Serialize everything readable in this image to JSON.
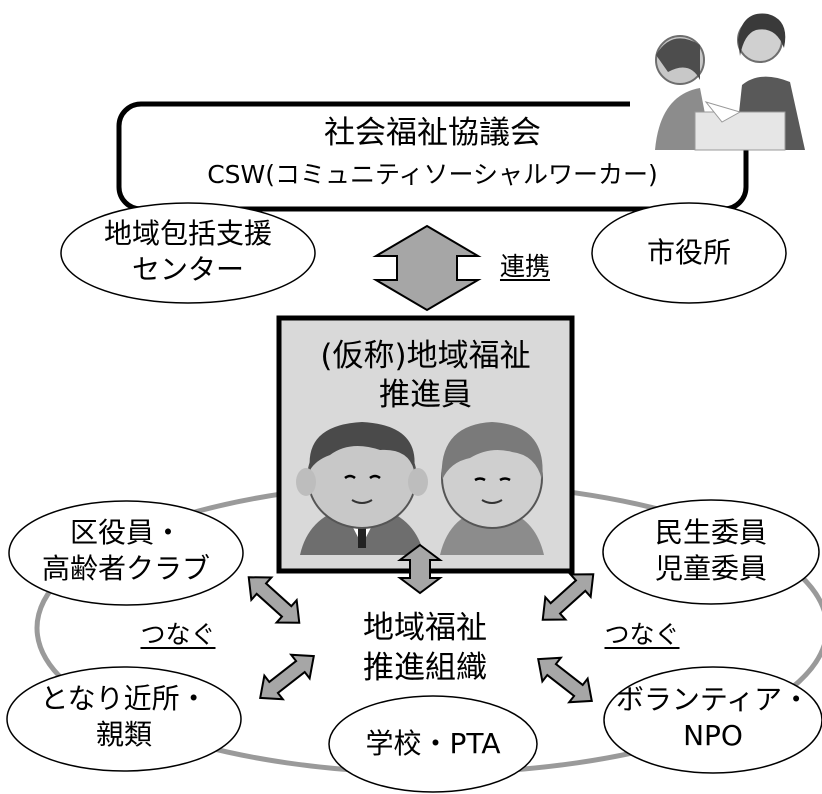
{
  "council": {
    "title": "社会福祉協議会",
    "subtitle": "CSW(コミュニティソーシャルワーカー)"
  },
  "upper_partners": {
    "left_line1": "地域包括支援",
    "left_line2": "センター",
    "right": "市役所"
  },
  "link_label": "連携",
  "promoter": {
    "line1": "(仮称)地域福祉",
    "line2": "推進員"
  },
  "organization": {
    "line1": "地域福祉",
    "line2": "推進組織"
  },
  "connect_left": "つなぐ",
  "connect_right": "つなぐ",
  "members": {
    "ward_line1": "区役員・",
    "ward_line2": "高齢者クラブ",
    "welfare_line1": "民生委員",
    "welfare_line2": "児童委員",
    "neighbors_line1": "となり近所・",
    "neighbors_line2": "親類",
    "school": "学校・PTA",
    "volunteer_line1": "ボランティア・",
    "volunteer_line2": "NPO"
  },
  "icons": [
    "consultation-illustration",
    "man-face-illustration",
    "woman-face-illustration",
    "double-arrow-icon"
  ],
  "colors": {
    "arrow_fill": "#a6a6a6",
    "ring": "#999999",
    "promoter_box": "#d9d9d9",
    "stroke": "#000000"
  }
}
